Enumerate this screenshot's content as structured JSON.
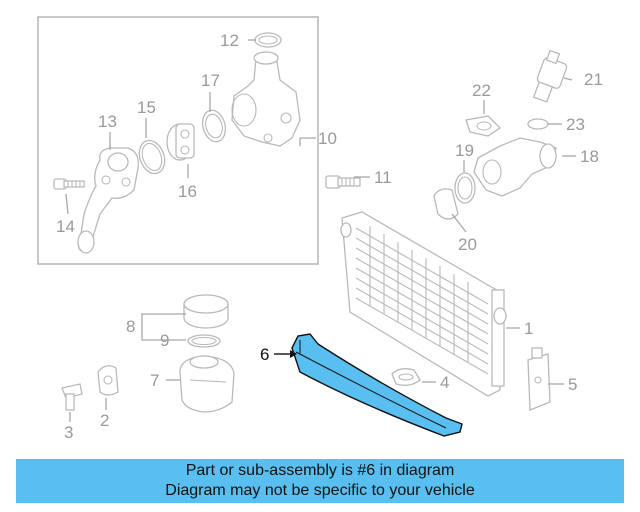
{
  "callouts": {
    "c1": "1",
    "c2": "2",
    "c3": "3",
    "c4": "4",
    "c5": "5",
    "c6": "6",
    "c7": "7",
    "c8": "8",
    "c9": "9",
    "c10": "10",
    "c11": "11",
    "c12": "12",
    "c13": "13",
    "c14": "14",
    "c15": "15",
    "c16": "16",
    "c17": "17",
    "c18": "18",
    "c19": "19",
    "c20": "20",
    "c21": "21",
    "c22": "22",
    "c23": "23"
  },
  "highlight": {
    "part_number": "6",
    "color": "#58bff0"
  },
  "banner": {
    "line1": "Part or sub-assembly is #6 in diagram",
    "line2": "Diagram may not be specific to your vehicle"
  },
  "colors": {
    "banner_bg": "#58bff0",
    "outline": "#b9b9b9",
    "highlight_fill": "#58bff0"
  }
}
